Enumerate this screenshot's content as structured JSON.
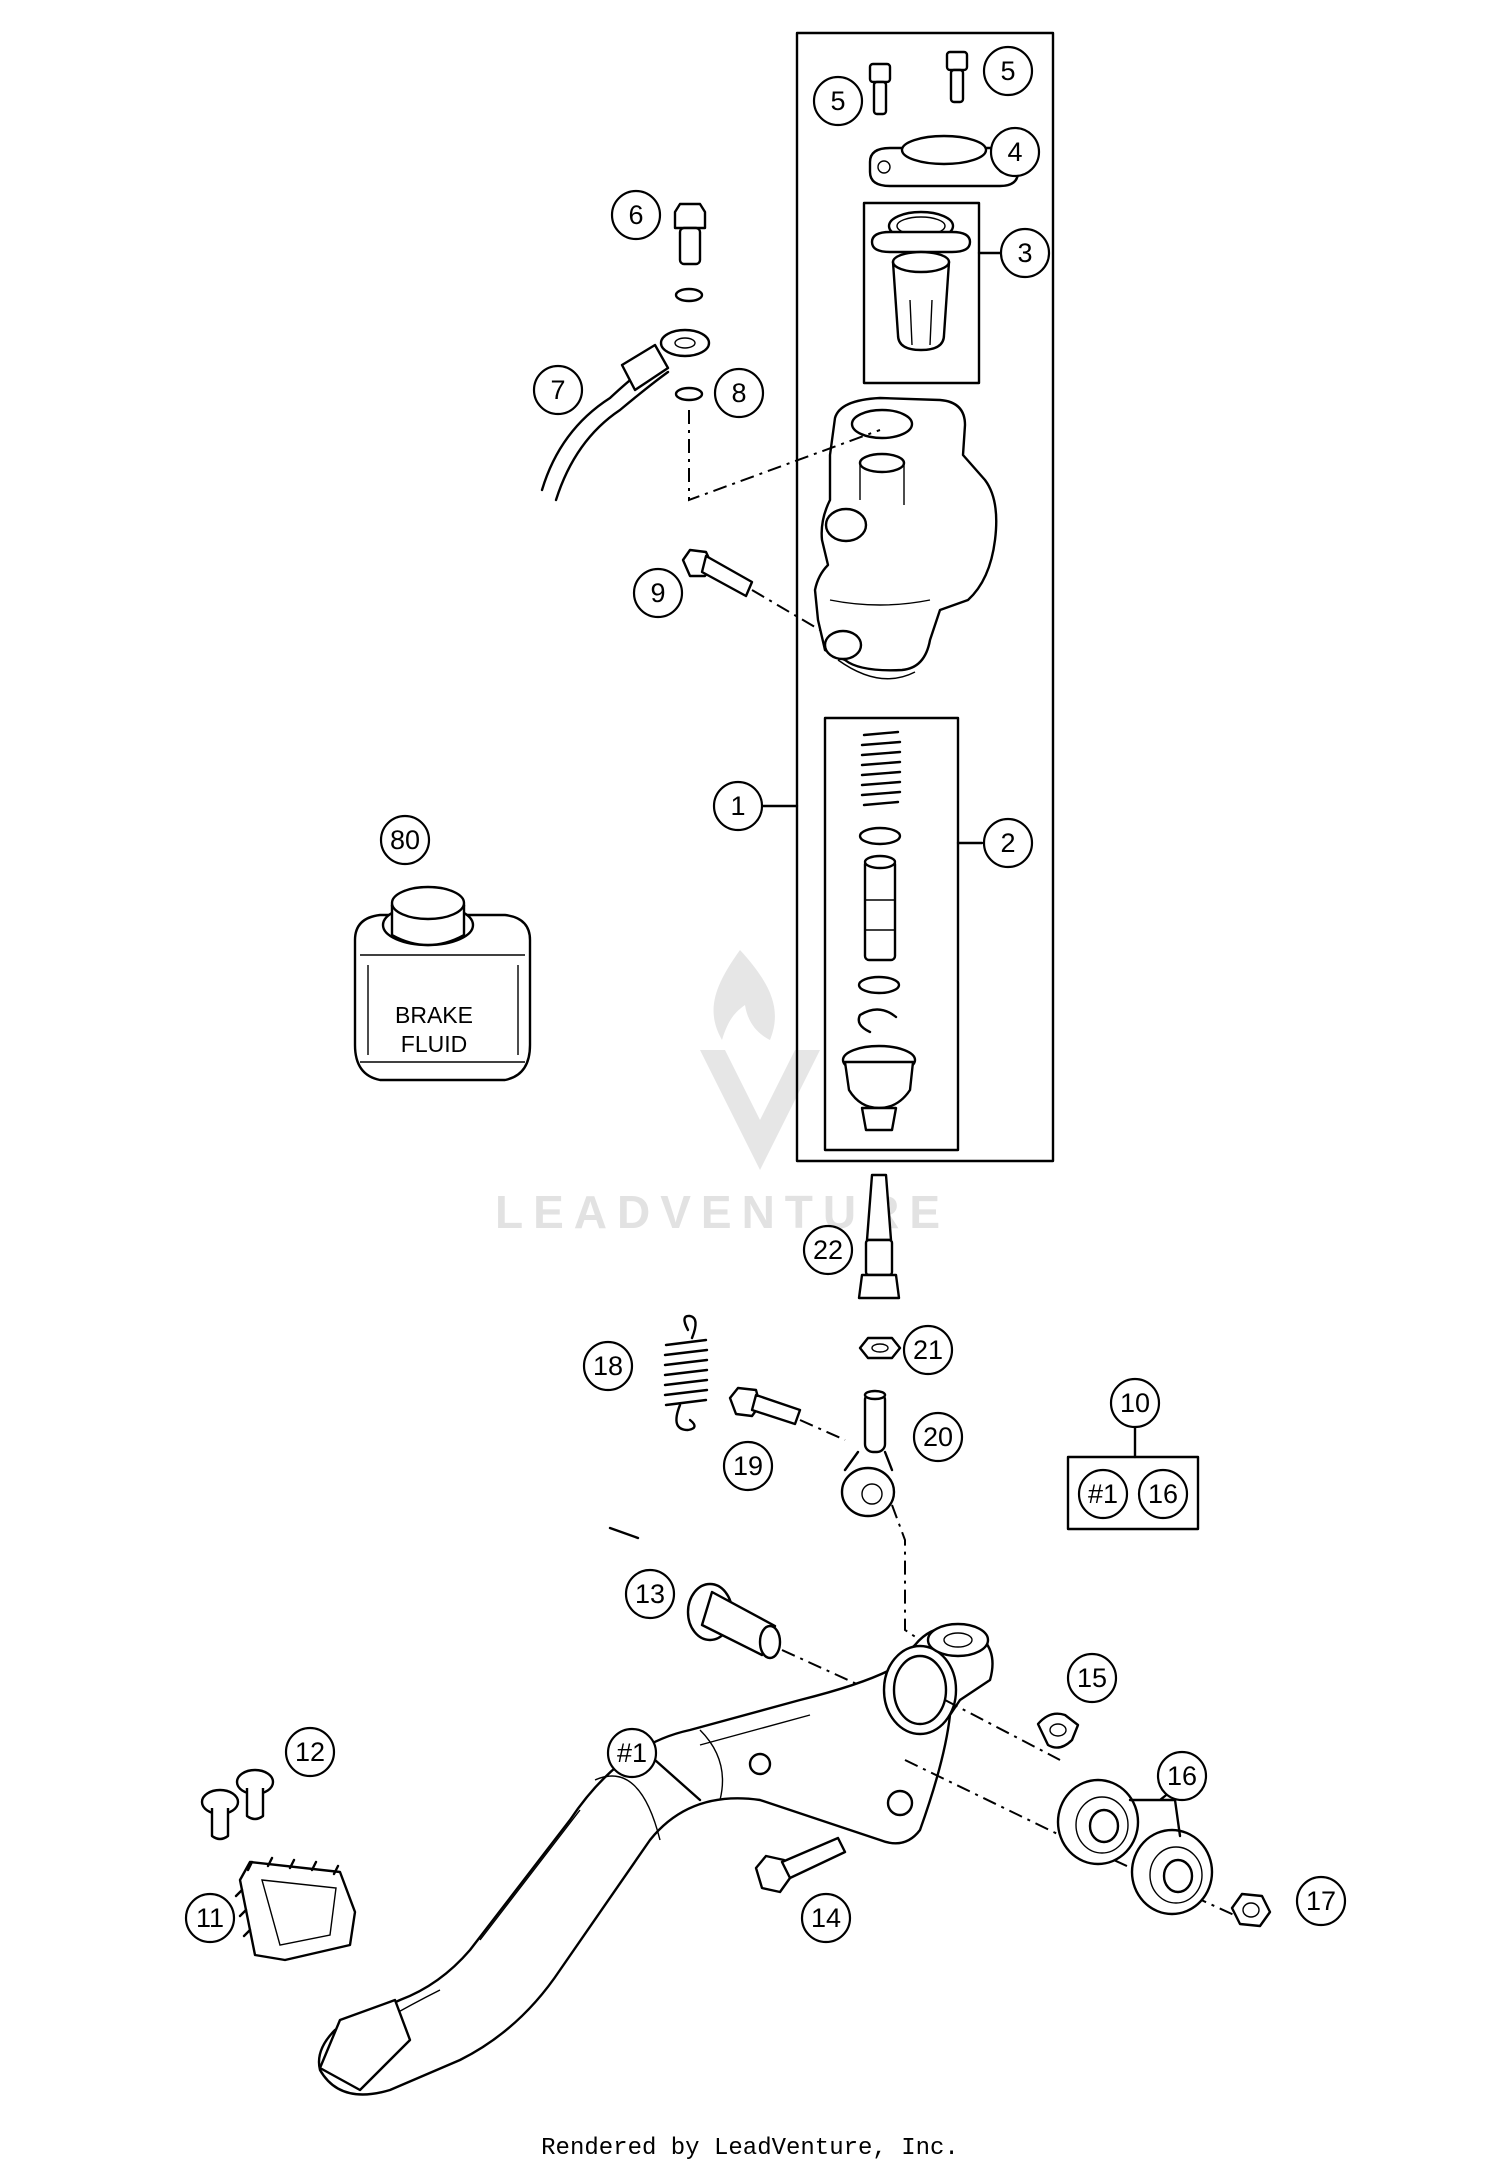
{
  "callouts": {
    "c1": "1",
    "c2": "2",
    "c3": "3",
    "c4": "4",
    "c5a": "5",
    "c5b": "5",
    "c6": "6",
    "c7": "7",
    "c8": "8",
    "c9": "9",
    "c10": "10",
    "c11": "11",
    "c12": "12",
    "c13": "13",
    "c14": "14",
    "c15": "15",
    "c16a": "16",
    "c16b": "16",
    "c17": "17",
    "c18": "18",
    "c19": "19",
    "c20": "20",
    "c21": "21",
    "c22": "22",
    "c80": "80",
    "ch1a": "#1",
    "ch1b": "#1"
  },
  "can_label": {
    "line1": "BRAKE",
    "line2": "FLUID"
  },
  "watermark": "LEADVENTURE",
  "footer": "Rendered by LeadVenture, Inc."
}
